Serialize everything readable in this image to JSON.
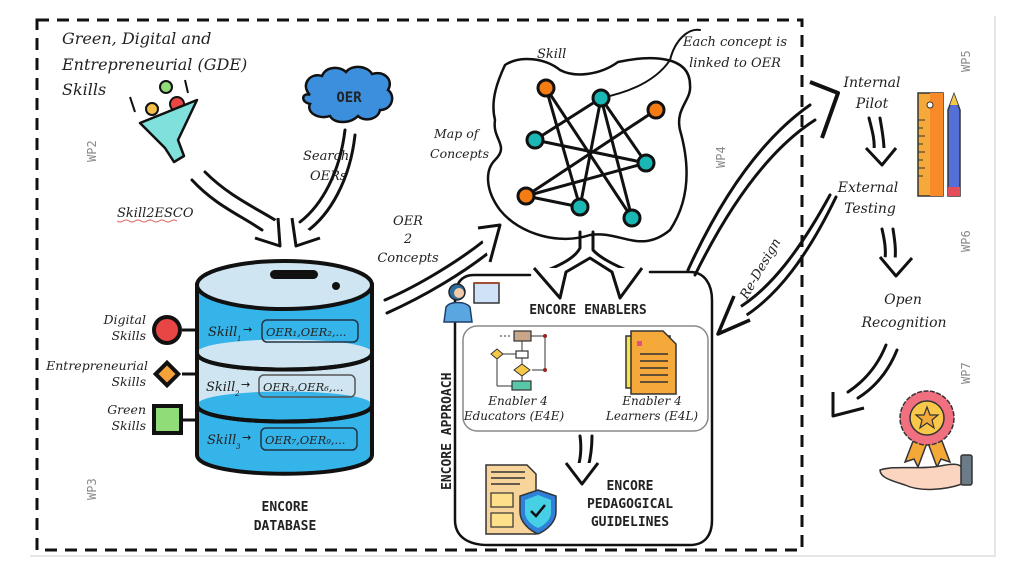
{
  "diagram": {
    "title_gde": [
      "Green, Digital and",
      "Entrepreneurial (GDE)",
      "Skills"
    ],
    "oer_cloud": "OER",
    "search_oers": [
      "Search",
      "OERs"
    ],
    "skill2esco": "Skill2ESCO",
    "oer2concepts": [
      "OER",
      "2",
      "Concepts"
    ],
    "map_of_concepts": [
      "Map of",
      "Concepts"
    ],
    "skill_label": "Skill",
    "each_concept": [
      "Each concept is",
      "linked to OER"
    ],
    "skill_categories": [
      {
        "label": [
          "Digital",
          "Skills"
        ],
        "shape": "circle",
        "color": "#e84545"
      },
      {
        "label": [
          "Entrepreneurial",
          "Skills"
        ],
        "shape": "diamond",
        "color": "#f5a23a"
      },
      {
        "label": [
          "Green",
          "Skills"
        ],
        "shape": "square",
        "color": "#8fdc78"
      }
    ],
    "database_rows": [
      {
        "skill": "Skill",
        "skill_sub": "1",
        "oers": "OER₁,OER₂,..."
      },
      {
        "skill": "Skill",
        "skill_sub": "2",
        "oers": "OER₃,OER₆,..."
      },
      {
        "skill": "Skill",
        "skill_sub": "3",
        "oers": "OER₇,OER₉,..."
      }
    ],
    "database_label": [
      "ENCORE",
      "DATABASE"
    ],
    "enablers_title": "ENCORE ENABLERS",
    "e4e": [
      "Enabler 4",
      "Educators (E4E)"
    ],
    "e4l": [
      "Enabler 4",
      "Learners (E4L)"
    ],
    "guidelines": [
      "ENCORE",
      "PEDAGOGICAL",
      "GUIDELINES"
    ],
    "approach_label": "ENCORE APPROACH",
    "internal_pilot": [
      "Internal",
      "Pilot"
    ],
    "external_testing": [
      "External",
      "Testing"
    ],
    "open_recognition": [
      "Open",
      "Recognition"
    ],
    "redesign": "Re-Design",
    "work_packages": [
      "WP2",
      "WP3",
      "WP4",
      "WP5",
      "WP6",
      "WP7"
    ],
    "colors": {
      "db_dark": "#35b4ea",
      "db_light": "#cfe6f2",
      "cloud": "#3b8fdc",
      "node_orange": "#f57c12",
      "node_teal": "#1ab7b5",
      "funnel": "#7fe0dc"
    },
    "concept_nodes": [
      {
        "id": "A",
        "kind": "orange"
      },
      {
        "id": "B",
        "kind": "teal"
      },
      {
        "id": "C",
        "kind": "orange"
      },
      {
        "id": "D",
        "kind": "teal"
      },
      {
        "id": "E",
        "kind": "teal"
      },
      {
        "id": "F",
        "kind": "orange"
      },
      {
        "id": "G",
        "kind": "teal"
      },
      {
        "id": "H",
        "kind": "teal"
      }
    ],
    "concept_edges": [
      [
        "A",
        "G"
      ],
      [
        "A",
        "H"
      ],
      [
        "B",
        "D"
      ],
      [
        "B",
        "G"
      ],
      [
        "B",
        "H"
      ],
      [
        "C",
        "F"
      ],
      [
        "D",
        "E"
      ],
      [
        "F",
        "E"
      ],
      [
        "F",
        "G"
      ],
      [
        "B",
        "E"
      ]
    ]
  }
}
